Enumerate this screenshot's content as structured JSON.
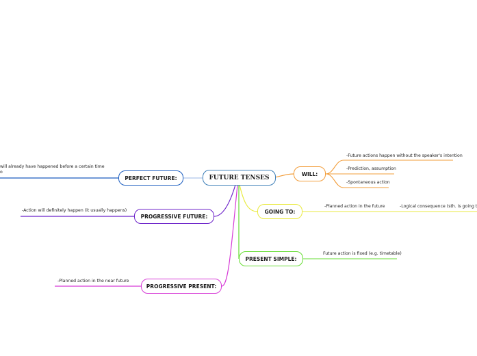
{
  "central": {
    "label": "FUTURE TENSES",
    "color": "#3d7fb8"
  },
  "branches": {
    "will": {
      "label": "WILL:",
      "color": "#f29c38",
      "leaves": [
        "-Future actions happen without the speaker's intention",
        "-Prediction, assumption",
        "-Spontaneous action"
      ]
    },
    "going_to": {
      "label": "GOING TO:",
      "color": "#e9ea3f",
      "leaves": [
        "-Planned action in the future",
        "-Logical consequence (sth. is going to ha"
      ]
    },
    "present_simple": {
      "label": "PRESENT SIMPLE:",
      "color": "#66dd33",
      "leaves": [
        "Future action is fixed (e.g. timetable)"
      ]
    },
    "perfect_future": {
      "label": "PERFECT FUTURE:",
      "color": "#1a5cbf",
      "leaves": [
        "will already have happened before a certain time",
        "o"
      ]
    },
    "progressive_future": {
      "label": "PROGRESSIVE FUTURE:",
      "color": "#6b21c9",
      "leaves": [
        "-Action will definitely happen (it usually happens)"
      ]
    },
    "progressive_present": {
      "label": "PROGRESSIVE PRESENT:",
      "color": "#d63ad6",
      "leaves": [
        "-Planned action in the near future"
      ]
    }
  }
}
